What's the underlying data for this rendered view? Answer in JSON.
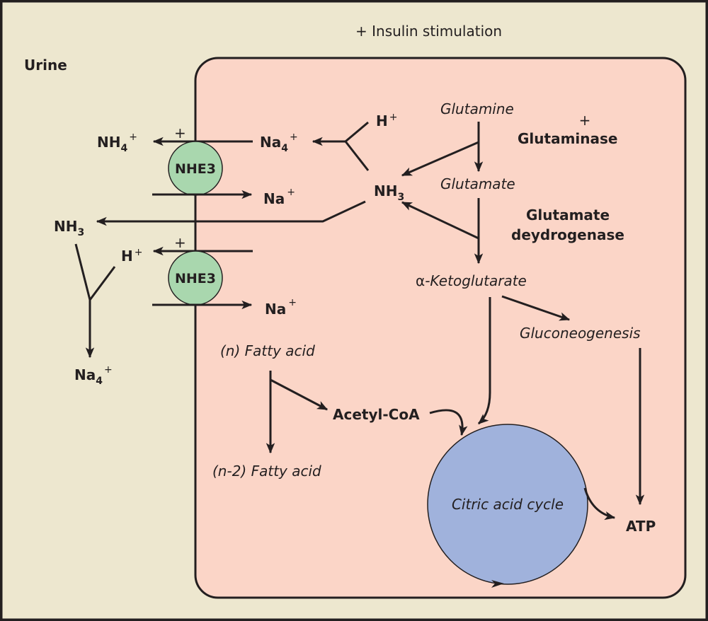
{
  "diagram": {
    "title": "+ Insulin stimulation",
    "regions": {
      "urine": "Urine"
    },
    "colors": {
      "background": "#ede7cf",
      "cell": "#fbd5c7",
      "nhe3": "#a9d7ae",
      "citric_cycle": "#a0b2dc",
      "ink": "#231f20"
    },
    "transporters": [
      {
        "name": "NHE3",
        "label": "NHE3"
      },
      {
        "name": "NHE3",
        "label": "NHE3"
      }
    ],
    "urine_side": {
      "nh4_out": {
        "base": "NH",
        "sub": "4",
        "sup": "+"
      },
      "nh3_out": {
        "base": "NH",
        "sub": "3"
      },
      "h_out": {
        "base": "H",
        "sup": "+"
      },
      "na4_bottom": {
        "base": "Na",
        "sub": "4",
        "sup": "+"
      },
      "plus_marks": [
        "+",
        "+"
      ]
    },
    "cell_side": {
      "na4_in": {
        "base": "Na",
        "sub": "4",
        "sup": "+"
      },
      "na_in_1": {
        "base": "Na",
        "sup": "+"
      },
      "na_in_2": {
        "base": "Na",
        "sup": "+"
      },
      "h_in": {
        "base": "H",
        "sup": "+"
      },
      "nh3_in": {
        "base": "NH",
        "sub": "3"
      },
      "glutamine": "Glutamine",
      "glutaminase_plus": "+",
      "glutaminase": "Glutaminase",
      "glutamate": "Glutamate",
      "glutamate_dh_line1": "Glutamate",
      "glutamate_dh_line2": "deydrogenase",
      "alpha": "α",
      "ketoglutarate": "-Ketoglutarate",
      "gluconeogenesis": "Gluconeogenesis",
      "n_fatty_acid_prefix": "(n)",
      "n_fatty_acid": " Fatty acid",
      "n2_fatty_acid_prefix": "(n-2)",
      "n2_fatty_acid": " Fatty acid",
      "acetyl_coa": "Acetyl-CoA",
      "citric_acid_cycle": "Citric acid cycle",
      "atp": "ATP"
    }
  }
}
